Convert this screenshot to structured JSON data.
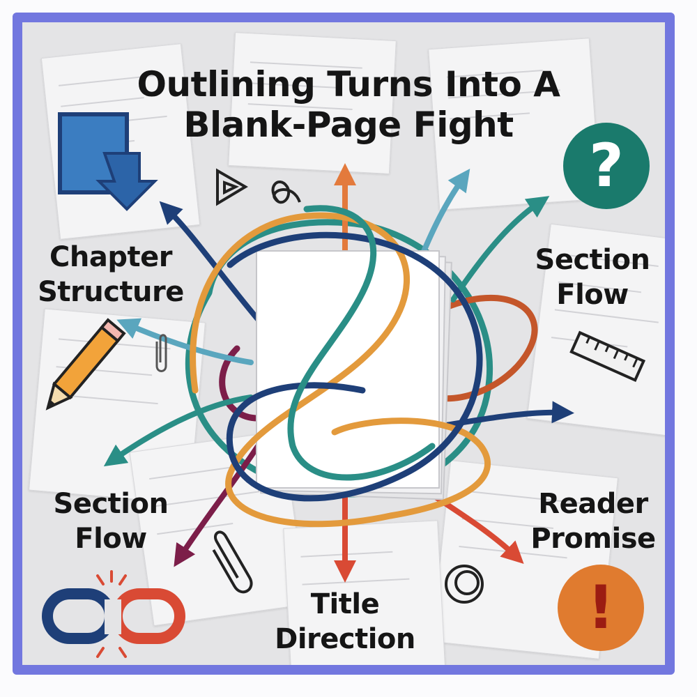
{
  "title": {
    "line1": "Outlining Turns Into A",
    "line2": "Blank-Page Fight"
  },
  "labels": {
    "chapter_structure_line1": "Chapter",
    "chapter_structure_line2": "Structure",
    "section_flow_right_line1": "Section",
    "section_flow_right_line2": "Flow",
    "section_flow_left_line1": "Section",
    "section_flow_left_line2": "Flow",
    "reader_promise_line1": "Reader",
    "reader_promise_line2": "Promise",
    "title_direction_line1": "Title",
    "title_direction_line2": "Direction"
  },
  "icons": {
    "question_mark": "?",
    "exclamation_mark": "!"
  },
  "colors": {
    "frame": "#7277df",
    "navy": "#1e3f78",
    "teal": "#2a8e86",
    "orange": "#e39a3c",
    "light_blue": "#5aa6be",
    "red": "#d94a34",
    "rust": "#c4562a",
    "maroon": "#7c1e49",
    "question_circle": "#1a7a6c",
    "exclamation_circle": "#e07b2f"
  }
}
